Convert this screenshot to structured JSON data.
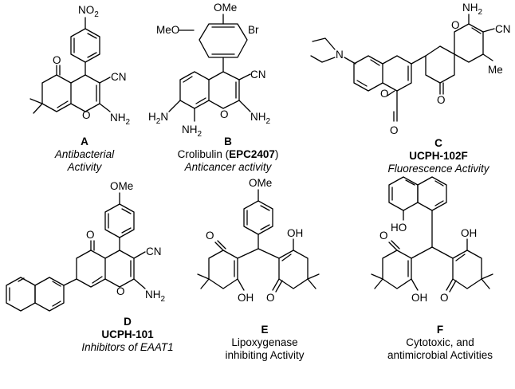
{
  "compounds": [
    {
      "letter": "A",
      "line1": "Antibacterial",
      "line2": "Activity"
    },
    {
      "letter": "B",
      "line1_prefix": "Crolibulin (",
      "line1_bold": "EPC2407",
      "line1_suffix": ")",
      "line2": "Anticancer activity"
    },
    {
      "letter": "C",
      "line1": "UCPH-102F",
      "line2": "Fluorescence Activity"
    },
    {
      "letter": "D",
      "line1": "UCPH-101",
      "line2": "Inhibitors of EAAT1"
    },
    {
      "letter": "E",
      "line1": "Lipoxygenase",
      "line2": "inhibiting Activity"
    },
    {
      "letter": "F",
      "line1": "Cytotoxic, and",
      "line2": "antimicrobial Activities"
    }
  ],
  "atoms": {
    "no2": "NO",
    "no2_sub": "2",
    "o": "O",
    "cn": "CN",
    "nh2": "NH",
    "nh2_sub": "2",
    "h2n": "H",
    "h2n_sub": "2",
    "h2n_n": "N",
    "ome": "OMe",
    "meo": "MeO",
    "br": "Br",
    "me": "Me",
    "n": "N",
    "oh": "OH",
    "ho": "HO"
  }
}
